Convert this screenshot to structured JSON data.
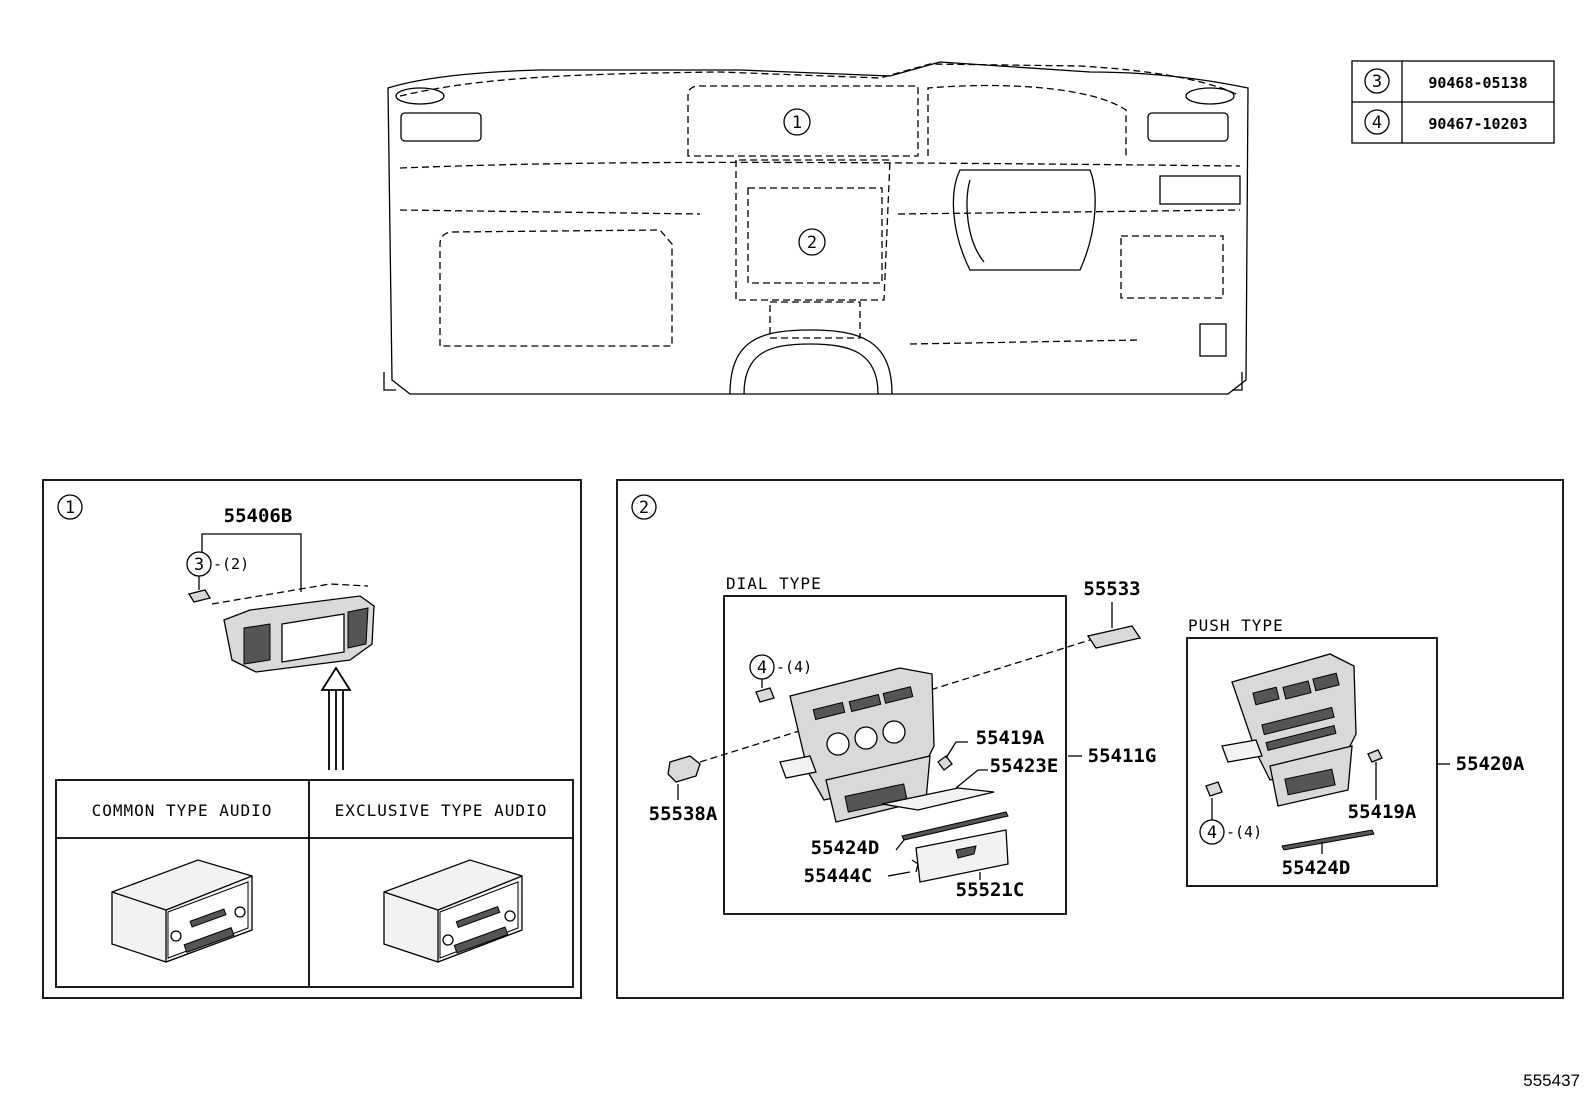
{
  "legend": [
    {
      "marker": "3",
      "part": "90468-05138"
    },
    {
      "marker": "4",
      "part": "90467-10203"
    }
  ],
  "overview": {
    "marker1": "1",
    "marker2": "2"
  },
  "panel1": {
    "marker": "1",
    "part_main": "55406B",
    "clip_marker": "3",
    "clip_qty": "-(2)",
    "col_common": "COMMON TYPE AUDIO",
    "col_exclusive": "EXCLUSIVE TYPE AUDIO"
  },
  "panel2": {
    "marker": "2",
    "dial_title": "DIAL TYPE",
    "push_title": "PUSH TYPE",
    "p55533": "55533",
    "p55538A": "55538A",
    "p55419A": "55419A",
    "p55423E": "55423E",
    "p55411G": "55411G",
    "p55424D": "55424D",
    "p55444C": "55444C",
    "p55521C": "55521C",
    "dial_clip_marker": "4",
    "dial_clip_qty": "-(4)",
    "p55420A": "55420A",
    "push_p55419A": "55419A",
    "push_clip_marker": "4",
    "push_clip_qty": "-(4)",
    "push_p55424D": "55424D"
  },
  "figure_ref": "555437"
}
